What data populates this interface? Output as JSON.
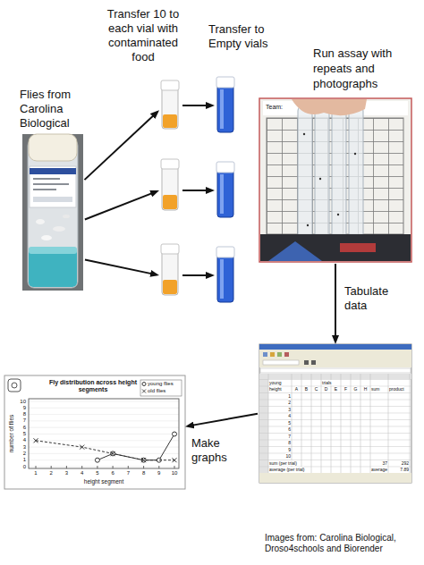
{
  "diagram": {
    "nodes": [
      {
        "text": [
          "Flies from Carolina Biological"
        ]
      },
      {
        "text": [
          "Transfer 10 to each vial with contaminated food"
        ]
      },
      {
        "text": []
      },
      {
        "text": []
      },
      {
        "text": [
          "Transfer to Empty vials"
        ]
      },
      {
        "text": []
      },
      {
        "text": []
      },
      {
        "text": [
          "Run assay with repeats and photographs"
        ]
      },
      {
        "text": []
      },
      {
        "text": []
      }
    ],
    "edges": [
      {
        "from": 0,
        "to": 1,
        "arrow": "to"
      },
      {
        "from": 0,
        "to": 2,
        "arrow": "to"
      },
      {
        "from": 0,
        "to": 3,
        "arrow": "to"
      },
      {
        "from": 1,
        "to": 4,
        "arrow": "to"
      },
      {
        "from": 2,
        "to": 5,
        "arrow": "to"
      },
      {
        "from": 3,
        "to": 6,
        "arrow": "to"
      },
      {
        "from": 7,
        "to": 8,
        "label": "Tabulate data",
        "arrow": "to"
      },
      {
        "from": 8,
        "to": 9,
        "label": "Make graphs",
        "arrow": "to"
      }
    ],
    "labels": [
      "Team:",
      "Fly distribution across height segments",
      "number of flies",
      "height segment",
      "0",
      "1",
      "2",
      "3",
      "4",
      "5",
      "6",
      "7",
      "8",
      "9",
      "10",
      "1",
      "2",
      "3",
      "4",
      "5",
      "6",
      "7",
      "8",
      "9",
      "10",
      "young",
      "trials",
      "height",
      "A",
      "B",
      "C",
      "D",
      "E",
      "F",
      "G",
      "H",
      "sum",
      "product",
      "1",
      "2",
      "3",
      "4",
      "5",
      "6",
      "7",
      "8",
      "9",
      "10",
      "sum (per trial)",
      "average (per trial)",
      "37",
      "292",
      "average",
      "7.89",
      "Images from: Carolina Biological, Droso4schools and Biorender"
    ],
    "legend": [
      {
        "text": "young flies"
      },
      {
        "text": "old flies"
      }
    ]
  }
}
